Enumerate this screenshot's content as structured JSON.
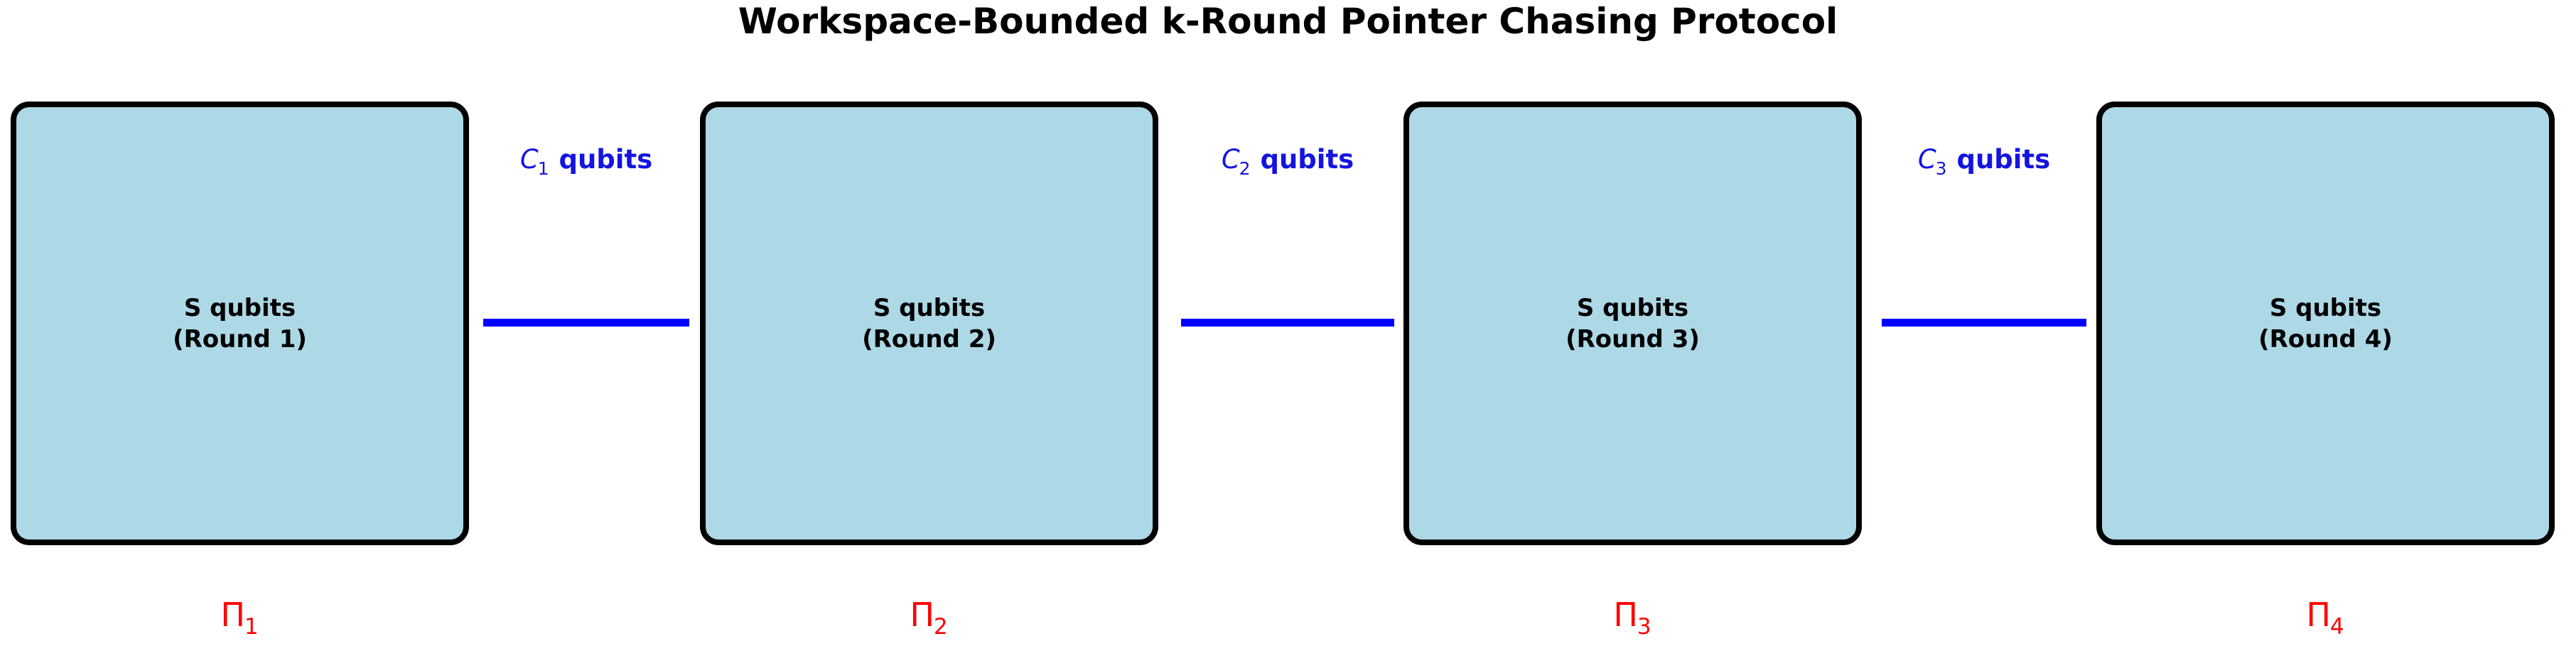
{
  "title": "Workspace-Bounded k-Round Pointer Chasing Protocol",
  "colors": {
    "box_fill": "#ADD8E6",
    "box_border": "#000000",
    "connector": "#0000FF",
    "connector_label": "#1414E0",
    "pi_label": "#FF0000",
    "background": "#FFFFFF",
    "title": "#000000"
  },
  "boxes": [
    {
      "line1": "S qubits",
      "line2": "(Round 1)",
      "pi_symbol": "Π",
      "pi_index": "1"
    },
    {
      "line1": "S qubits",
      "line2": "(Round 2)",
      "pi_symbol": "Π",
      "pi_index": "2"
    },
    {
      "line1": "S qubits",
      "line2": "(Round 3)",
      "pi_symbol": "Π",
      "pi_index": "3"
    },
    {
      "line1": "S qubits",
      "line2": "(Round 4)",
      "pi_symbol": "Π",
      "pi_index": "4"
    }
  ],
  "connectors": [
    {
      "symbol": "C",
      "index": "1",
      "unit": "qubits"
    },
    {
      "symbol": "C",
      "index": "2",
      "unit": "qubits"
    },
    {
      "symbol": "C",
      "index": "3",
      "unit": "qubits"
    }
  ]
}
